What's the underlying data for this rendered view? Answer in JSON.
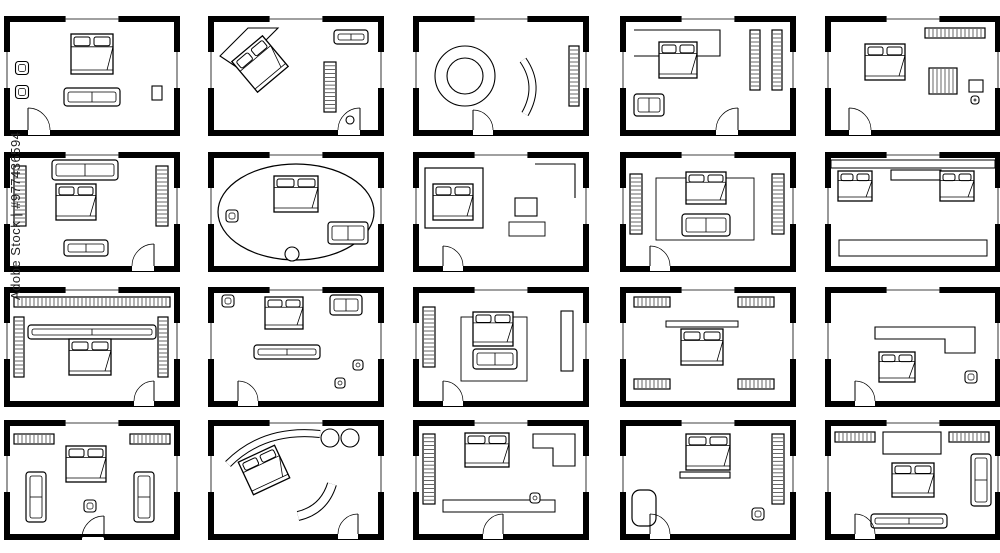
{
  "watermark": {
    "brand": "Adobe Stock",
    "separator": "|",
    "asset_id": "#977436594"
  },
  "colors": {
    "wall": "#000000",
    "line": "#000000",
    "floor": "#ffffff"
  },
  "grid": {
    "rows": 4,
    "cols": 5
  },
  "rooms": [
    {
      "id": "r1c1",
      "variant": "bed-armchairs-desk"
    },
    {
      "id": "r1c2",
      "variant": "angled-bed-sofa-wardrobe"
    },
    {
      "id": "r1c3",
      "variant": "bay-round-bed-curved-sofa"
    },
    {
      "id": "r1c4",
      "variant": "bed-walkin-closet-sofa"
    },
    {
      "id": "r1c5",
      "variant": "bed-desk-wardrobe"
    },
    {
      "id": "r2c1",
      "variant": "bed-wardrobes-sofa"
    },
    {
      "id": "r2c2",
      "variant": "oval-bed-curved-sofa"
    },
    {
      "id": "r2c3",
      "variant": "canopy-bed-desk"
    },
    {
      "id": "r2c4",
      "variant": "bed-rug-bench"
    },
    {
      "id": "r2c5",
      "variant": "twin-beds-tv-console"
    },
    {
      "id": "r3c1",
      "variant": "bed-storage-wall"
    },
    {
      "id": "r3c2",
      "variant": "bed-sofa-chairs"
    },
    {
      "id": "r3c3",
      "variant": "bed-rug-desk"
    },
    {
      "id": "r3c4",
      "variant": "bed-wardrobes-top-bottom"
    },
    {
      "id": "r3c5",
      "variant": "bed-l-desk-chair"
    },
    {
      "id": "r4c1",
      "variant": "bed-sofas-armchair"
    },
    {
      "id": "r4c2",
      "variant": "curved-bed-sofa-poufs"
    },
    {
      "id": "r4c3",
      "variant": "bed-corner-desk-bench"
    },
    {
      "id": "r4c4",
      "variant": "bed-bathtub-chair"
    },
    {
      "id": "r4c5",
      "variant": "bed-sofa-tv-wall"
    }
  ]
}
